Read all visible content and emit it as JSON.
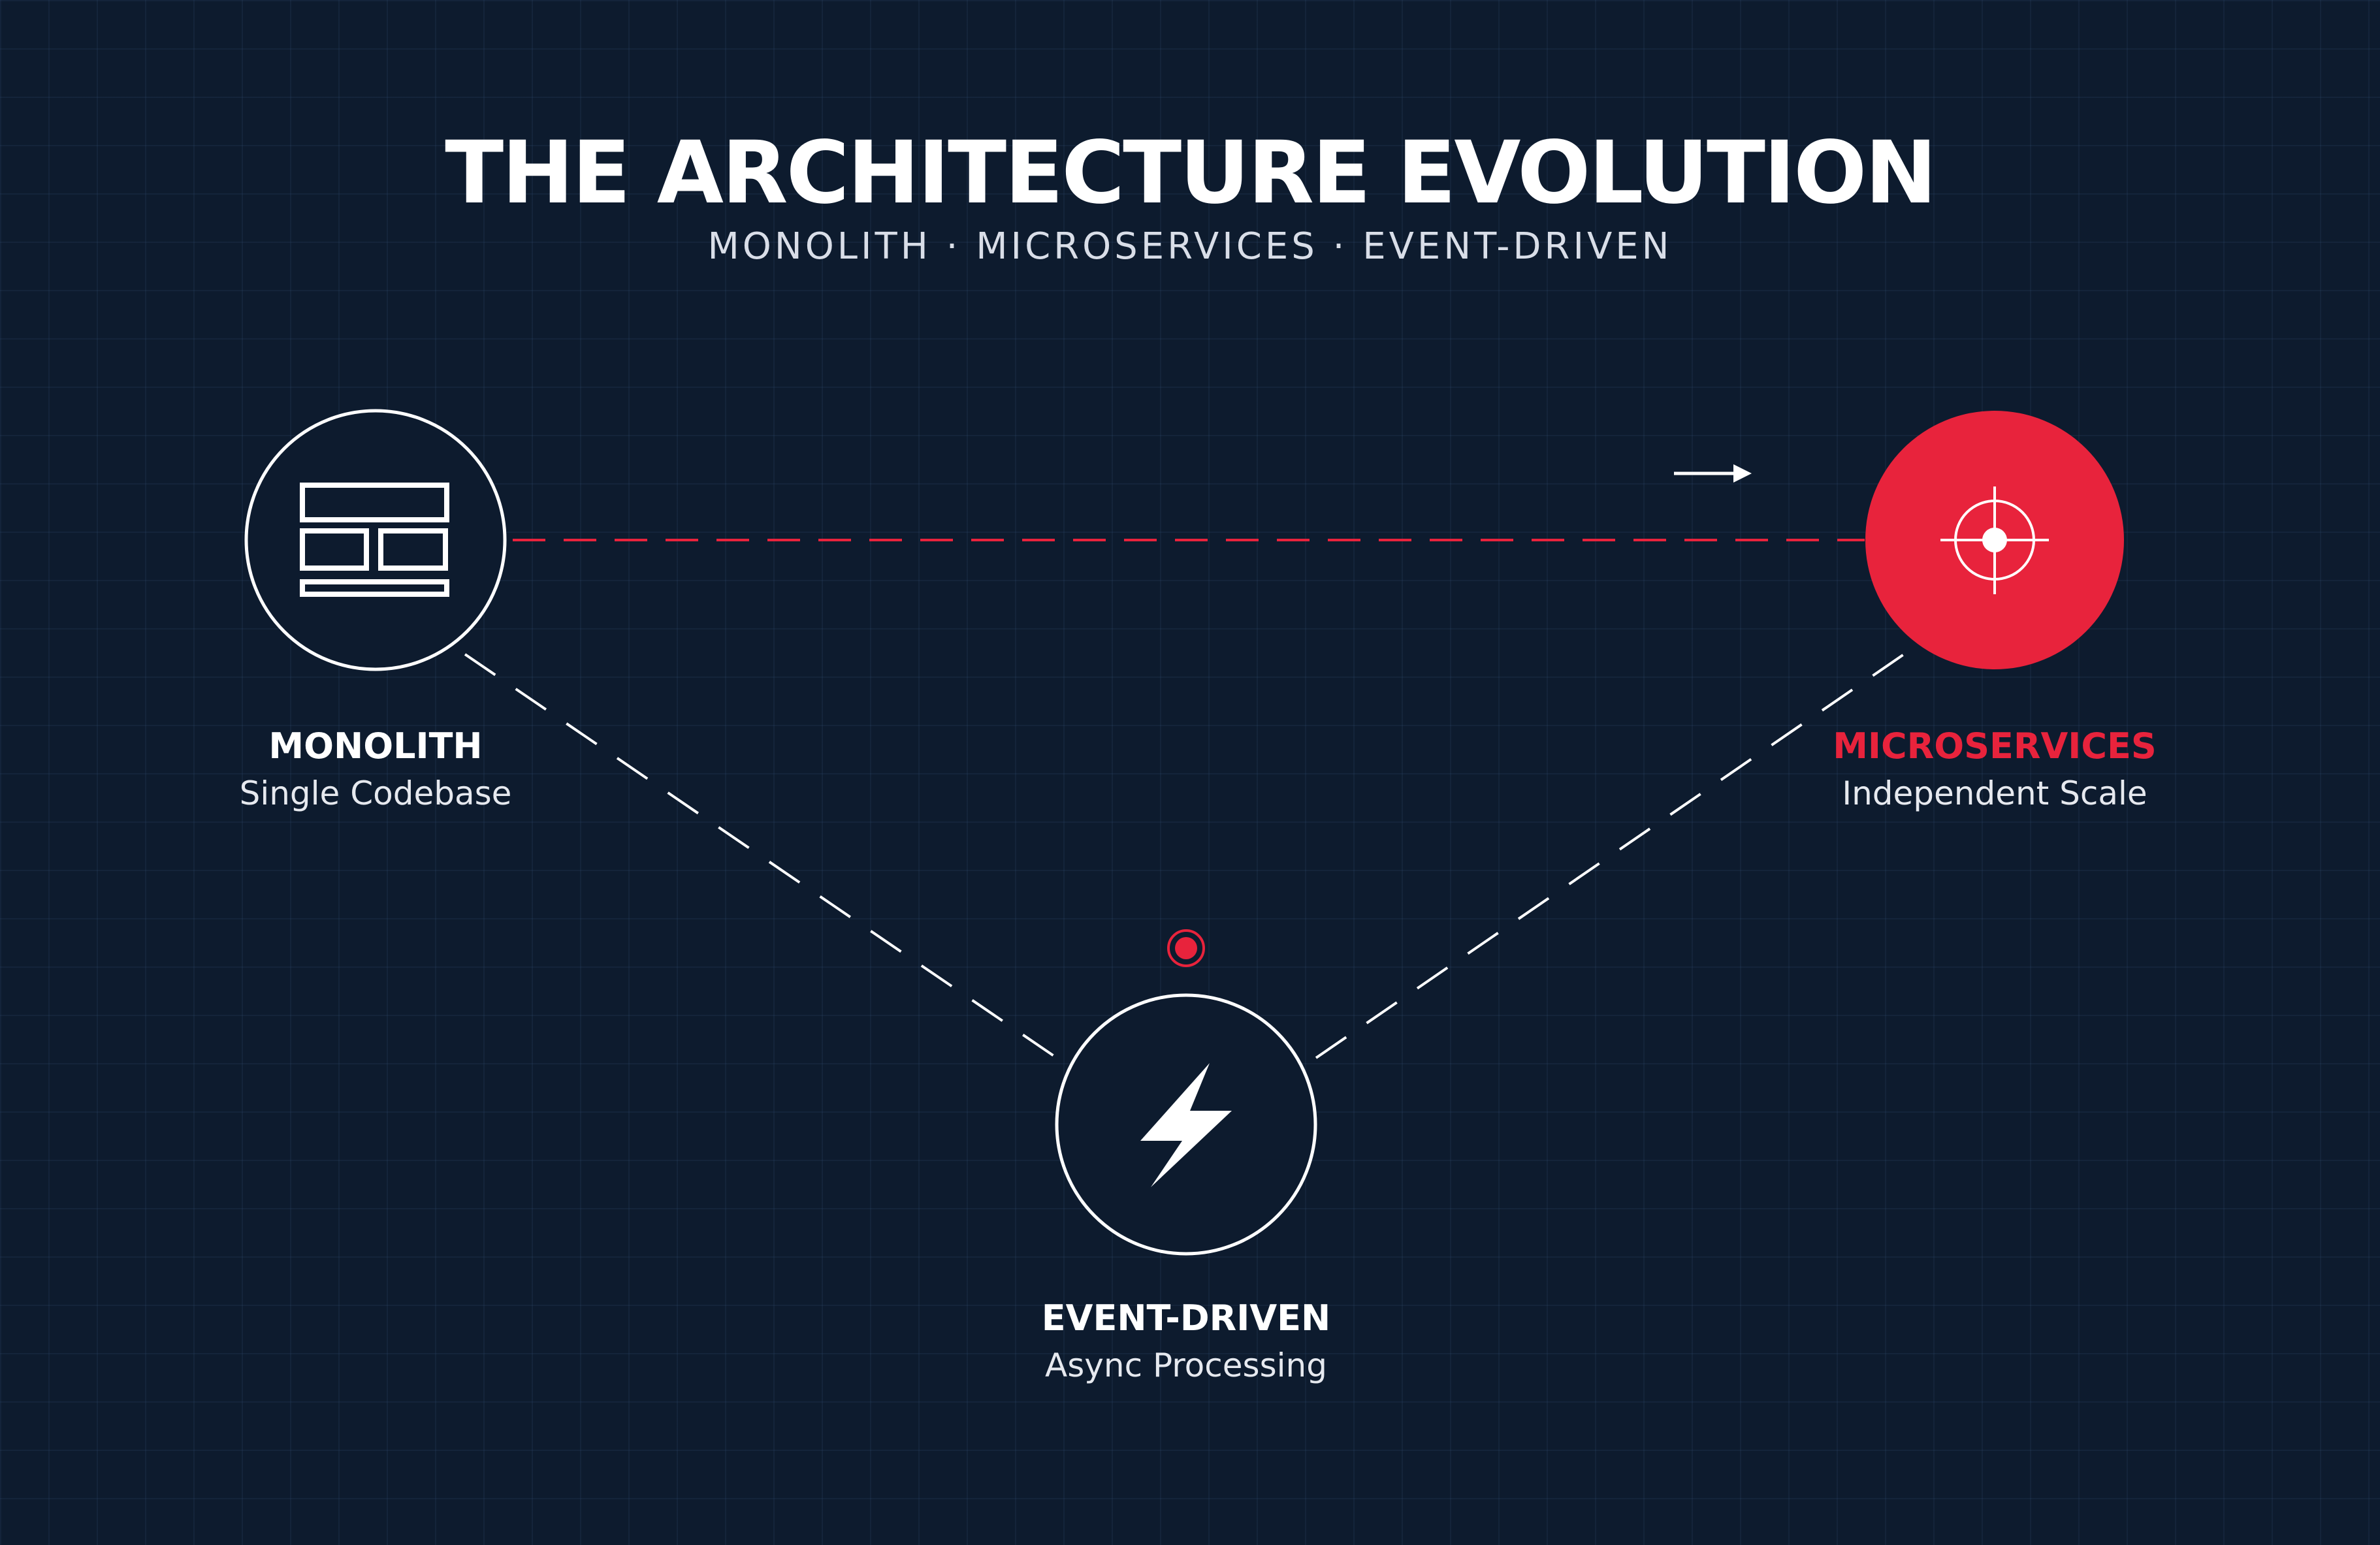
{
  "title": "THE ARCHITECTURE EVOLUTION",
  "subtitle": "MONOLITH · MICROSERVICES · EVENT-DRIVEN",
  "colors": {
    "background": "#0d1b2e",
    "accent": "#e8233c",
    "line": "#ffffff"
  },
  "nodes": {
    "monolith": {
      "name": "MONOLITH",
      "description": "Single Codebase",
      "icon": "layout-icon",
      "highlighted": false
    },
    "microservices": {
      "name": "MICROSERVICES",
      "description": "Independent Scale",
      "icon": "crosshair-icon",
      "highlighted": true
    },
    "event_driven": {
      "name": "EVENT-DRIVEN",
      "description": "Async Processing",
      "icon": "lightning-bolt-icon",
      "highlighted": false
    }
  },
  "connections": [
    {
      "from": "monolith",
      "to": "microservices",
      "style": "dashed",
      "color": "accent",
      "direction_icon": "arrow-right-icon"
    },
    {
      "from": "monolith",
      "to": "event_driven",
      "style": "dashed",
      "color": "line"
    },
    {
      "from": "event_driven",
      "to": "microservices",
      "style": "dashed",
      "color": "line"
    }
  ],
  "indicator": {
    "icon": "event-dot-icon",
    "color": "accent"
  }
}
